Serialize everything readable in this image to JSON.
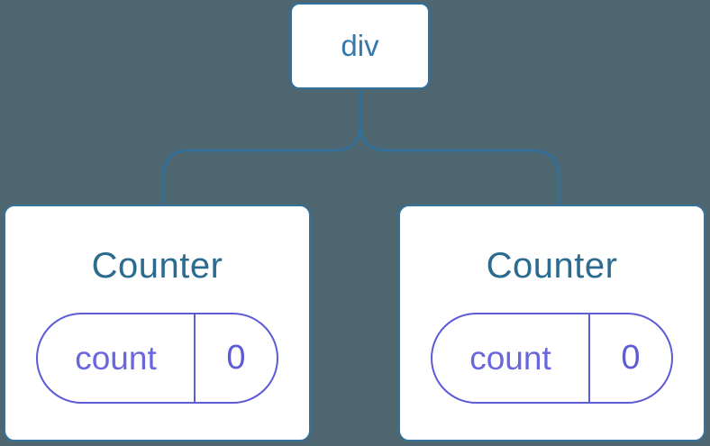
{
  "diagram": {
    "description": "Component tree diagram: a div root element with two Counter component children, each holding a count state of 0",
    "root": {
      "label": "div"
    },
    "children": [
      {
        "title": "Counter",
        "state": {
          "key": "count",
          "value": "0"
        }
      },
      {
        "title": "Counter",
        "state": {
          "key": "count",
          "value": "0"
        }
      }
    ]
  },
  "colors": {
    "background": "#4D666F",
    "connector_blue": "#2F709F",
    "root_label_blue": "#3379AB",
    "card_border_blue": "#35729B",
    "card_title_blue": "#2A6B8F",
    "state_purple": "#5E5BD7",
    "state_key_purple": "#6A66DE",
    "node_background": "#FFFFFF"
  }
}
